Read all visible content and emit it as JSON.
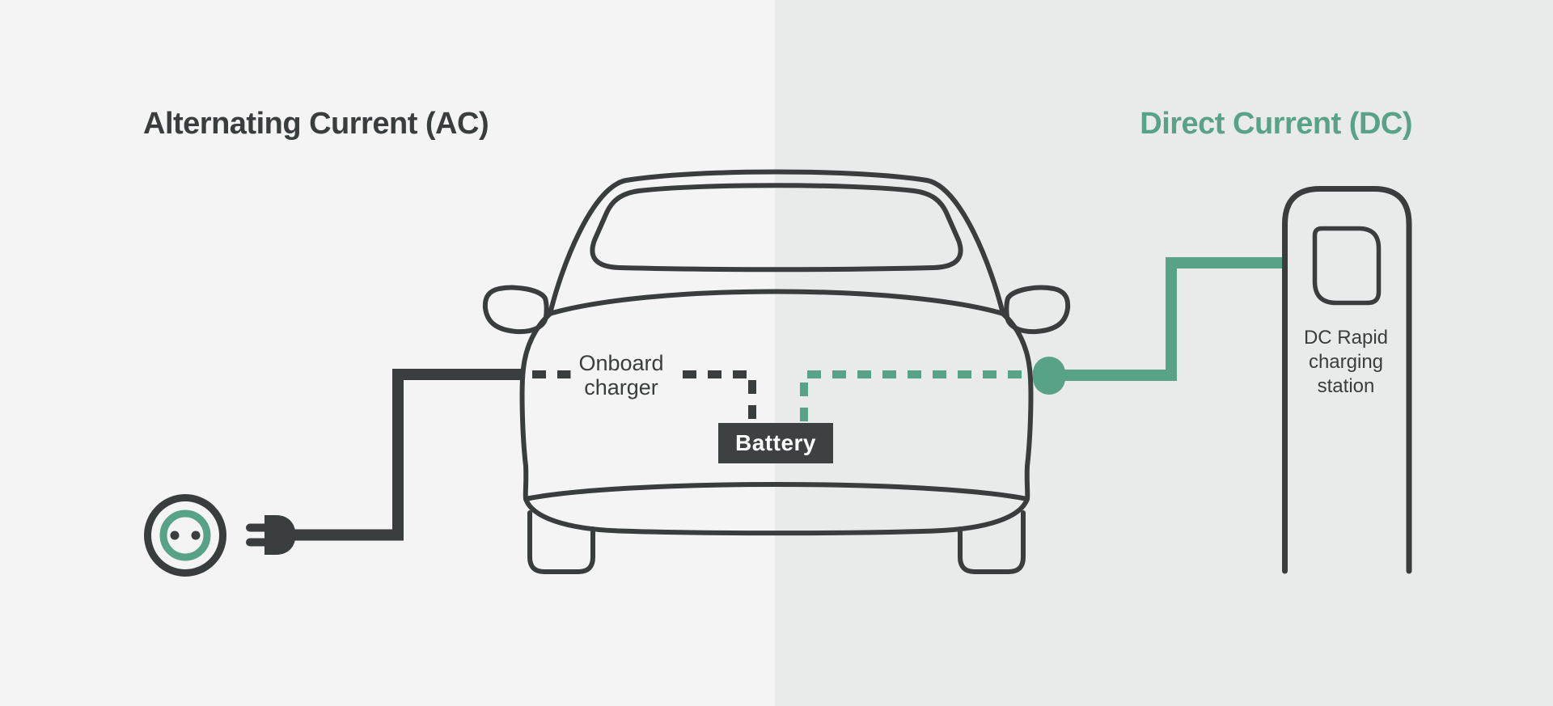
{
  "titles": {
    "ac": "Alternating Current (AC)",
    "dc": "Direct Current (DC)"
  },
  "labels": {
    "onboard_charger": "Onboard\ncharger",
    "battery": "Battery",
    "station": "DC Rapid\ncharging\nstation"
  },
  "colors": {
    "bg-left": "#f4f4f5",
    "bg-right": "#e9eaea",
    "dark": "#3a3d3d",
    "green": "#58a287",
    "battery-bg": "#3d4141",
    "battery-text": "#ffffff"
  }
}
